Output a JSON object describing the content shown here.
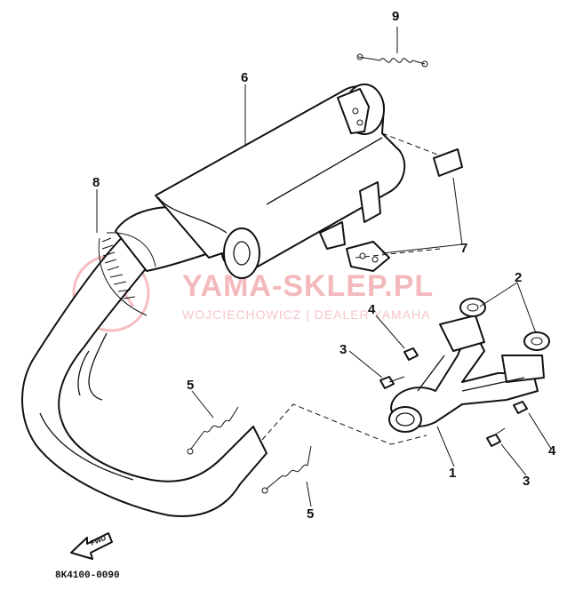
{
  "watermark": {
    "brand": "YAMA-SKLEP.PL",
    "subtitle": "WOJCIECHOWICZ | DEALER YAMAHA",
    "color": "#f3b9bd"
  },
  "reference_code": "8K4100-0090",
  "direction_arrow": {
    "label": "FWD",
    "icon": "fwd-arrow-icon"
  },
  "callouts": [
    {
      "id": "c1",
      "number": "1",
      "part": "exhaust-pipe-joint"
    },
    {
      "id": "c2",
      "number": "2",
      "part": "gasket"
    },
    {
      "id": "c3a",
      "number": "3",
      "part": "bolt"
    },
    {
      "id": "c3b",
      "number": "3",
      "part": "bolt"
    },
    {
      "id": "c4a",
      "number": "4",
      "part": "nut"
    },
    {
      "id": "c4b",
      "number": "4",
      "part": "nut"
    },
    {
      "id": "c5a",
      "number": "5",
      "part": "spring"
    },
    {
      "id": "c5b",
      "number": "5",
      "part": "spring"
    },
    {
      "id": "c6",
      "number": "6",
      "part": "muffler"
    },
    {
      "id": "c7",
      "number": "7",
      "part": "damper"
    },
    {
      "id": "c8",
      "number": "8",
      "part": "heat-protector"
    },
    {
      "id": "c9",
      "number": "9",
      "part": "spring"
    }
  ]
}
